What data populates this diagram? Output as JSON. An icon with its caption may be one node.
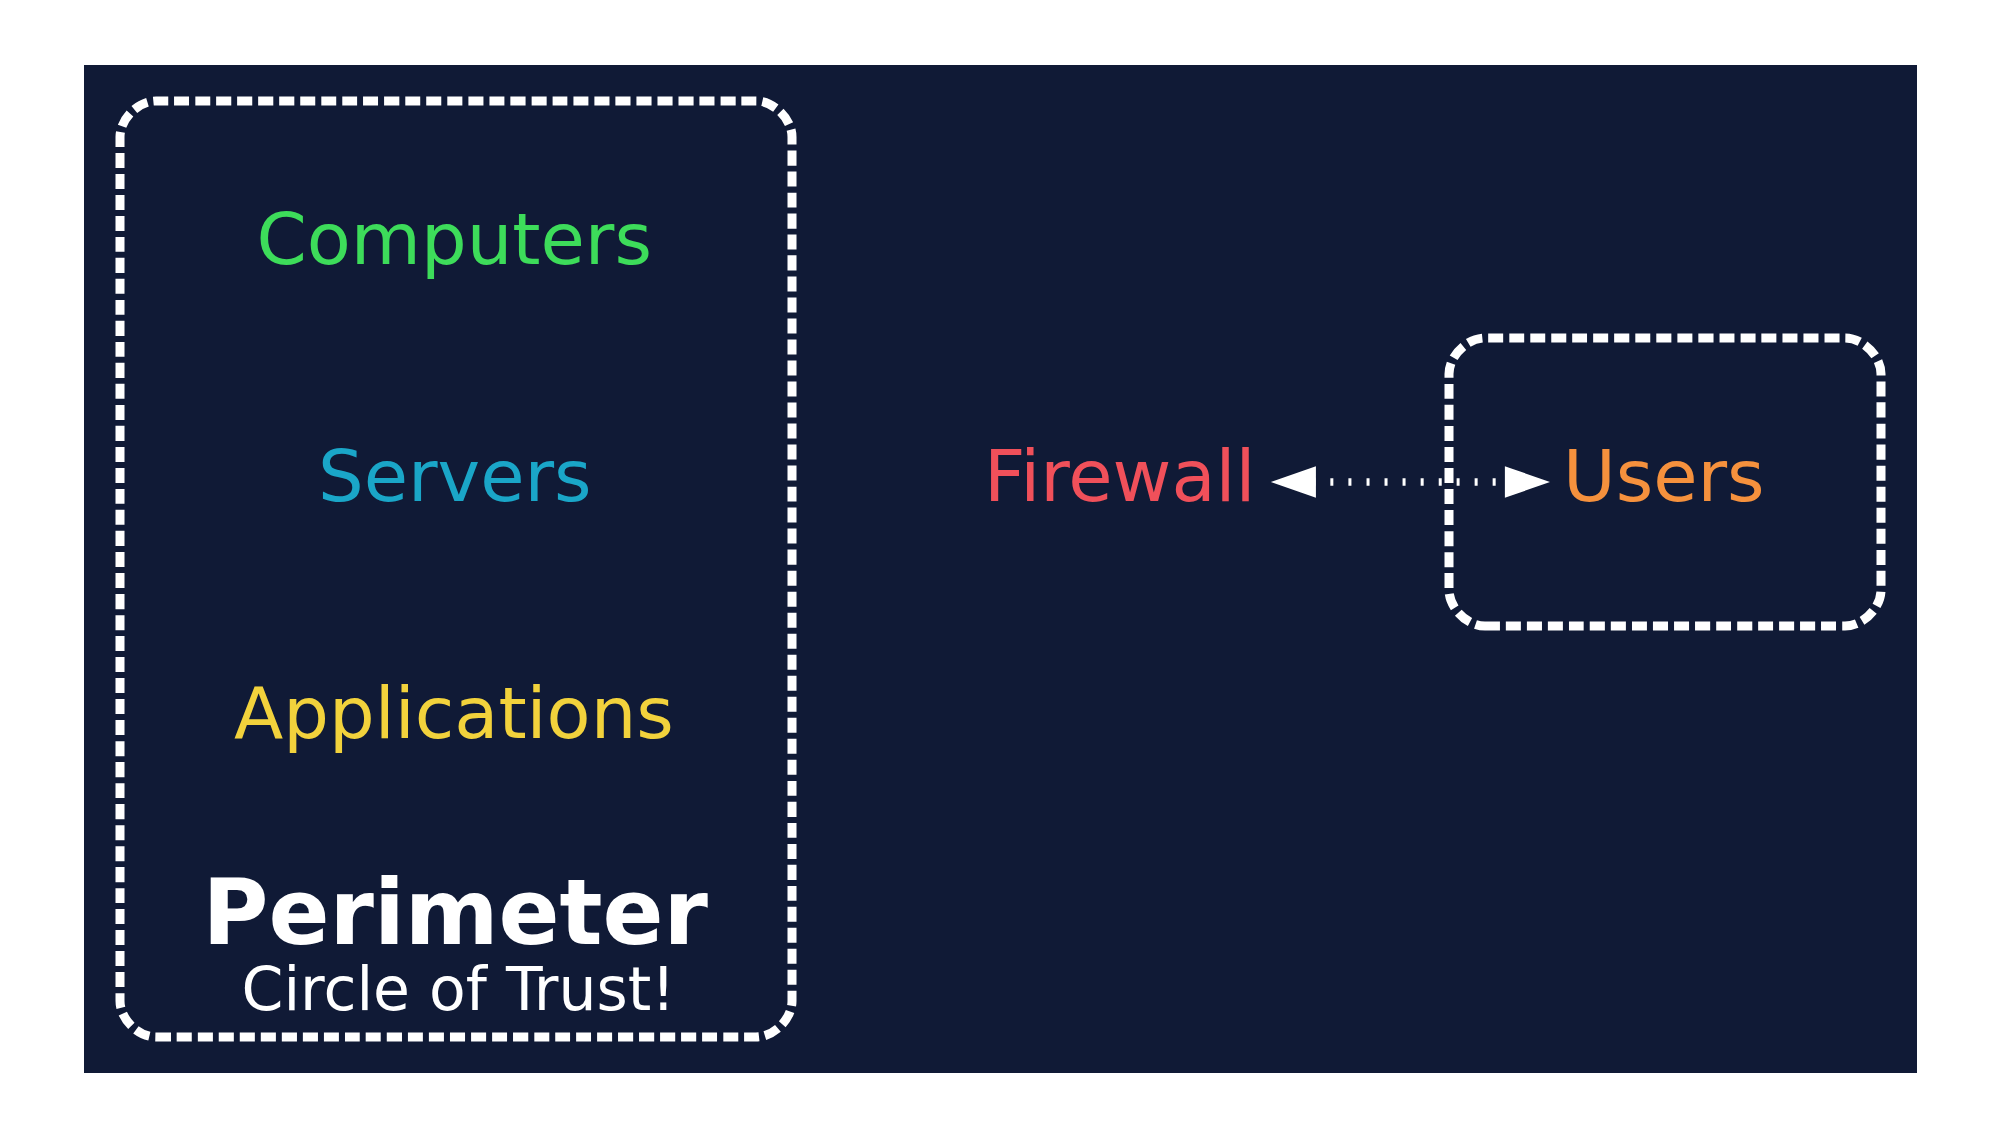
{
  "diagram": {
    "nodes": [
      {
        "text": [
          "Perimeter",
          "Circle of Trust!"
        ]
      },
      {
        "text": [
          "Computers"
        ],
        "in": 0
      },
      {
        "text": [
          "Servers"
        ],
        "in": 0
      },
      {
        "text": [
          "Applications"
        ],
        "in": 0
      },
      {
        "text": [
          "Firewall"
        ]
      },
      {
        "text": [],
        "shape": "cloud"
      },
      {
        "text": [
          "Users"
        ],
        "in": 5
      }
    ],
    "edges": [
      {
        "from": 4,
        "to": 6,
        "arrow": "both",
        "style": "dashed"
      }
    ]
  }
}
